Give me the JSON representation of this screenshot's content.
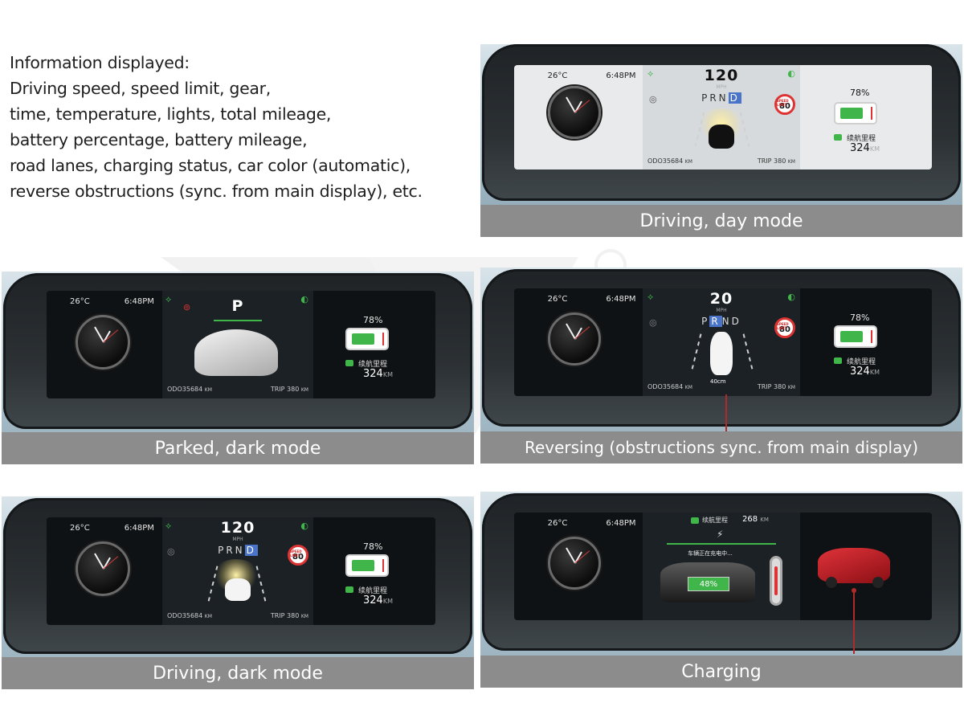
{
  "intro": {
    "lines": [
      "Information displayed:",
      "Driving speed, speed limit, gear,",
      "time, temperature, lights, total mileage,",
      "battery percentage, battery mileage,",
      "road lanes, charging status, car color (automatic),",
      "reverse obstructions (sync. from main display), etc."
    ]
  },
  "common": {
    "temp": "26°C",
    "time": "6:48PM",
    "battery_pct": "78%",
    "range_label": "续航里程",
    "range_value": "324",
    "range_unit": "KM",
    "odo_label": "ODO",
    "odo_value": "35684",
    "odo_unit": "KM",
    "trip_label": "TRIP",
    "trip_value": "380",
    "trip_unit": "KM",
    "speed_limit_label": "SPEED LIMIT",
    "speed_limit": "80",
    "speed_unit": "MPH",
    "gears": [
      "P",
      "R",
      "N",
      "D"
    ]
  },
  "panels": {
    "day": {
      "caption": "Driving, day mode",
      "speed": "120",
      "active_gear": "D"
    },
    "parked": {
      "caption": "Parked, dark mode",
      "gear_display": "P"
    },
    "reverse": {
      "caption": "Reversing (obstructions sync. from main display)",
      "speed": "20",
      "active_gear": "R",
      "distance": "40cm"
    },
    "dark": {
      "caption": "Driving, dark mode",
      "speed": "120",
      "active_gear": "D"
    },
    "charging": {
      "caption": "Charging",
      "range_label": "续航里程",
      "range_value": "268",
      "range_unit": "KM",
      "status": "车辆正在充电中...",
      "charge_pct": "48%"
    }
  },
  "colors": {
    "caption_bg": "#8c8c8c",
    "battery_green": "#3fb54a",
    "alert_red": "#d33333",
    "gear_highlight": "#4a74c9"
  },
  "icons": [
    "clock-icon",
    "headlight-icon",
    "brake-icon",
    "steering-wheel-icon",
    "charging-bolt-icon",
    "battery-icon",
    "car-icon"
  ]
}
